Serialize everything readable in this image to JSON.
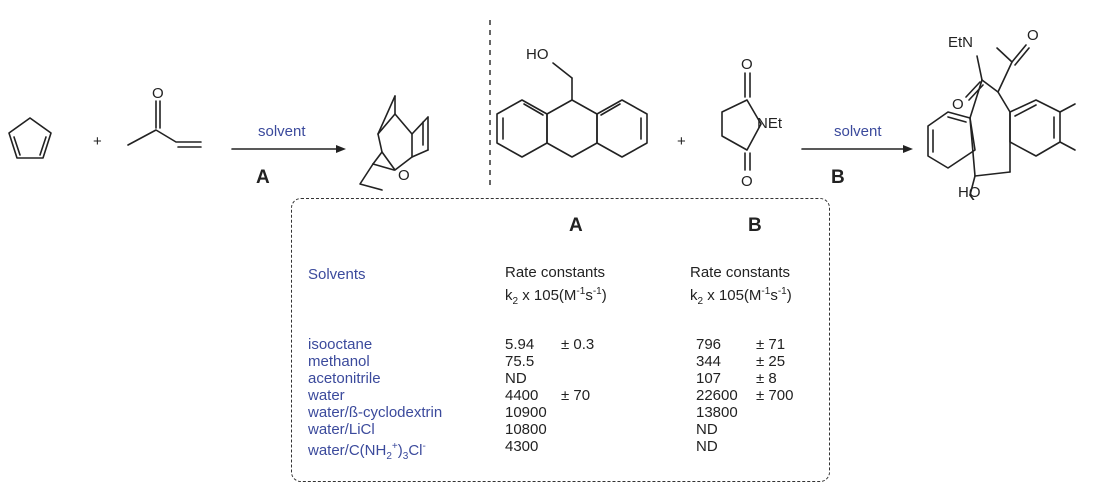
{
  "scheme": {
    "reaction_a": {
      "condition": "solvent",
      "label": "A",
      "reactant2_atoms": [
        "O"
      ],
      "product_atoms": [
        "O"
      ]
    },
    "reaction_b": {
      "condition": "solvent",
      "label": "B",
      "reactant1_atoms": [
        "HO"
      ],
      "reactant2_atoms": [
        "O",
        "NEt",
        "O"
      ],
      "product_atoms": [
        "EtN",
        "O",
        "O",
        "HO"
      ]
    },
    "plus": "+"
  },
  "table": {
    "header_a": "A",
    "header_b": "B",
    "solvents_header": "Solvents",
    "rate_a": {
      "line1": "Rate constants",
      "k": "k",
      "sub2": "2",
      "mid": " x 105(M",
      "sup1": "-1",
      "s": "s",
      "sup2": "-1",
      "end": ")"
    },
    "rate_b": {
      "line1": "Rate constants",
      "k": "k",
      "sub2": "2",
      "mid": " x 105(M",
      "sup1": "-1",
      "s": "s",
      "sup2": "-1",
      "end": ")"
    },
    "rows": [
      {
        "solvent": "isooctane",
        "a_value": "5.94",
        "a_error": "± 0.3",
        "b_value": "796",
        "b_error": "± 71"
      },
      {
        "solvent": "methanol",
        "a_value": "75.5",
        "a_error": "",
        "b_value": "344",
        "b_error": "± 25"
      },
      {
        "solvent": "acetonitrile",
        "a_value": "ND",
        "a_error": "",
        "b_value": "107",
        "b_error": "± 8"
      },
      {
        "solvent": "water",
        "a_value": "4400",
        "a_error": "± 70",
        "b_value": "22600",
        "b_error": "± 700"
      },
      {
        "solvent": "water/ß-cyclodextrin",
        "a_value": "10900",
        "a_error": "",
        "b_value": "13800",
        "b_error": ""
      },
      {
        "solvent": "water/LiCl",
        "a_value": "10800",
        "a_error": "",
        "b_value": "ND",
        "b_error": ""
      },
      {
        "solvent": "water/C(NH",
        "a_value": "4300",
        "a_error": "",
        "b_value": "ND",
        "b_error": ""
      }
    ],
    "last_row_formula": {
      "sub": "2",
      "sup": "+",
      "mid": ")",
      "sub2": "3",
      "tail": "Cl",
      "sup2": "-"
    }
  }
}
